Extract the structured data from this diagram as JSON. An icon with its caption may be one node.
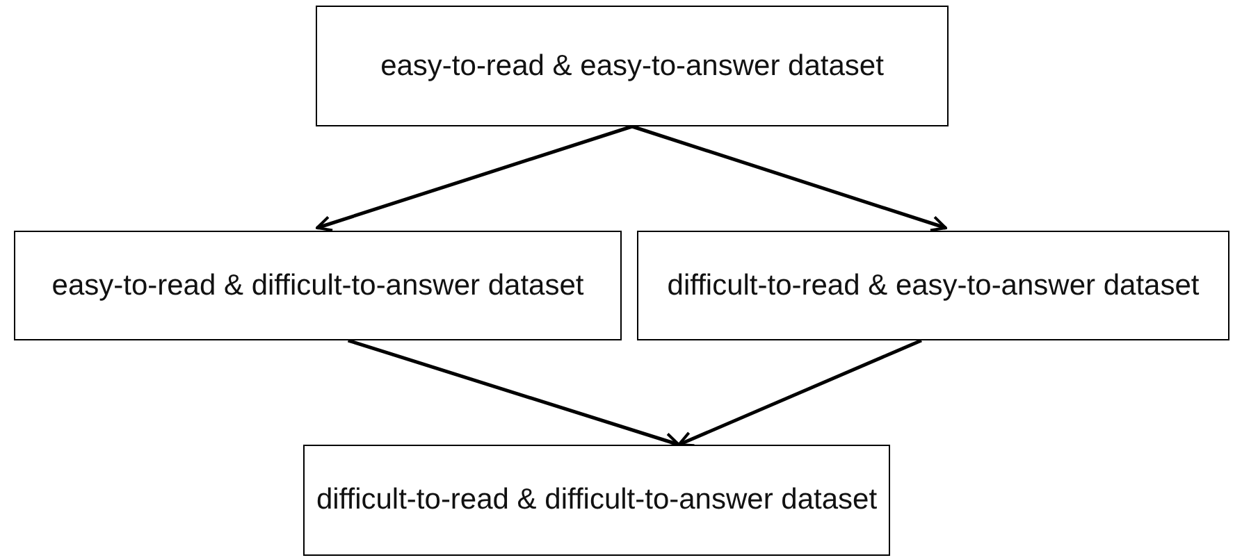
{
  "diagram": {
    "nodes": [
      {
        "text": [
          "easy-to-read & easy-to-answer dataset"
        ]
      },
      {
        "text": [
          "easy-to-read & difficult-to-answer dataset"
        ]
      },
      {
        "text": [
          "difficult-to-read & easy-to-answer dataset"
        ]
      },
      {
        "text": [
          "difficult-to-read & difficult-to-answer dataset"
        ]
      }
    ],
    "edges": [
      {
        "from": 0,
        "to": 1,
        "arrow": "to"
      },
      {
        "from": 0,
        "to": 2,
        "arrow": "to"
      },
      {
        "from": 1,
        "to": 3,
        "arrow": "to"
      },
      {
        "from": 2,
        "to": 3,
        "arrow": "to"
      }
    ]
  }
}
